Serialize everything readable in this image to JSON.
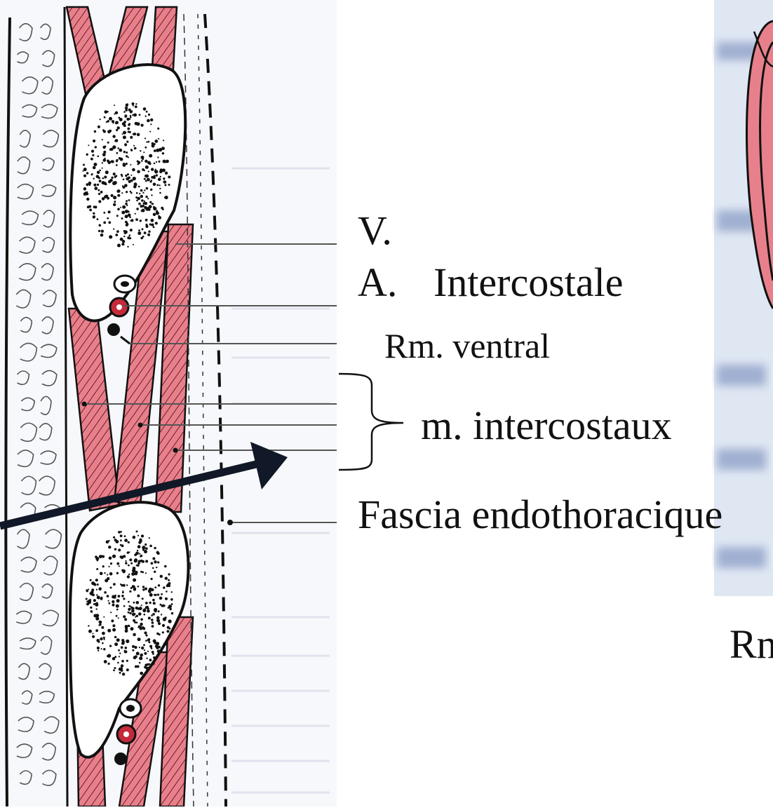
{
  "labels": {
    "v": "V.",
    "a": "A.",
    "intercostale": "Intercostale",
    "rm_ventral": "Rm. ventral",
    "m_intercostaux": "m. intercostaux",
    "fascia": "Fascia endothoracique",
    "rm_partial": "Rn"
  },
  "colors": {
    "muscle": "#e8808c",
    "artery": "#c42a3a",
    "ink": "#111111",
    "arrow": "#111827",
    "leader": "#555555",
    "right_panel": "#dfe7f3"
  }
}
